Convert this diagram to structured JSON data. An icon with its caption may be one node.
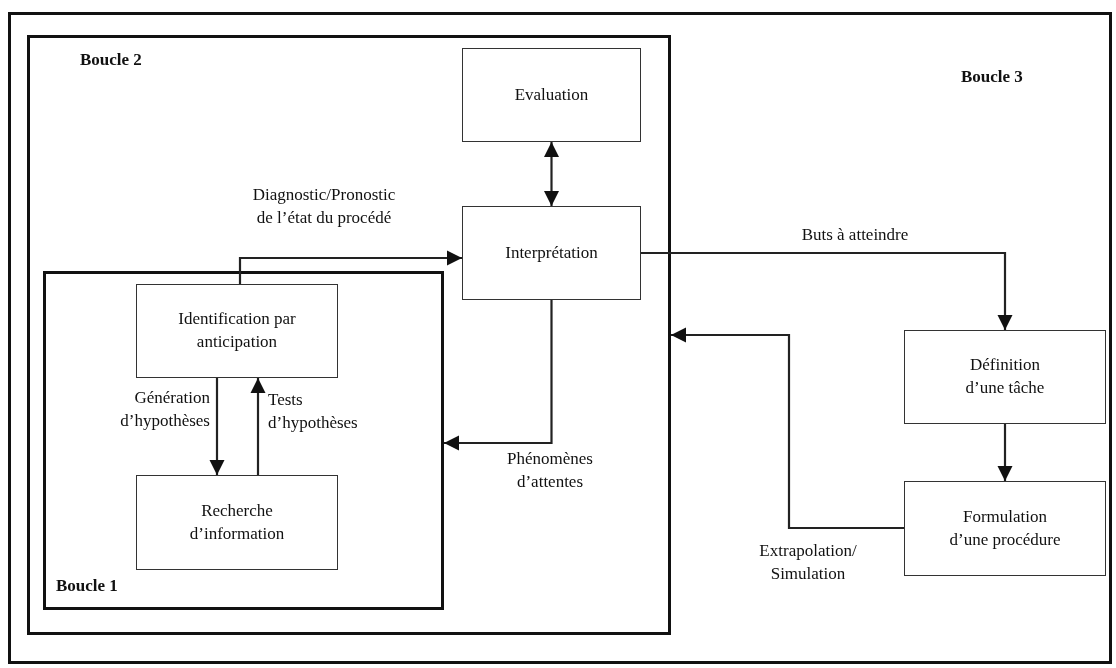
{
  "diagram": {
    "nodes": [
      {
        "text": [
          "Boucle 3"
        ]
      },
      {
        "text": [
          "Boucle 2"
        ],
        "in": 0
      },
      {
        "text": [
          "Evaluation"
        ],
        "in": 1
      },
      {
        "text": [
          "Interprétation"
        ],
        "in": 1
      },
      {
        "text": [
          "Boucle 1"
        ],
        "in": 1
      },
      {
        "text": [
          "Identification par anticipation"
        ],
        "in": 4
      },
      {
        "text": [
          "Recherche d’information"
        ],
        "in": 4
      },
      {
        "text": [
          "Définition d’une tâche"
        ],
        "in": 0
      },
      {
        "text": [
          "Formulation d’une procédure"
        ],
        "in": 0
      }
    ],
    "edges": [
      {
        "from": 2,
        "to": 3,
        "arrow": "both"
      },
      {
        "from": 5,
        "to": 3,
        "arrow": "to",
        "label": "Diagnostic/Pronostic de l’état du procédé"
      },
      {
        "from": 3,
        "to": 4,
        "arrow": "to",
        "label": "Phénomènes d’attentes"
      },
      {
        "from": 5,
        "to": 6,
        "arrow": "to",
        "label": "Génération d’hypothèses"
      },
      {
        "from": 6,
        "to": 5,
        "arrow": "to",
        "label": "Tests d’hypothèses"
      },
      {
        "from": 3,
        "to": 7,
        "arrow": "to",
        "label": "Buts à atteindre"
      },
      {
        "from": 7,
        "to": 8,
        "arrow": "to"
      },
      {
        "from": 8,
        "to": 1,
        "arrow": "to",
        "label": "Extrapolation/ Simulation"
      }
    ]
  }
}
